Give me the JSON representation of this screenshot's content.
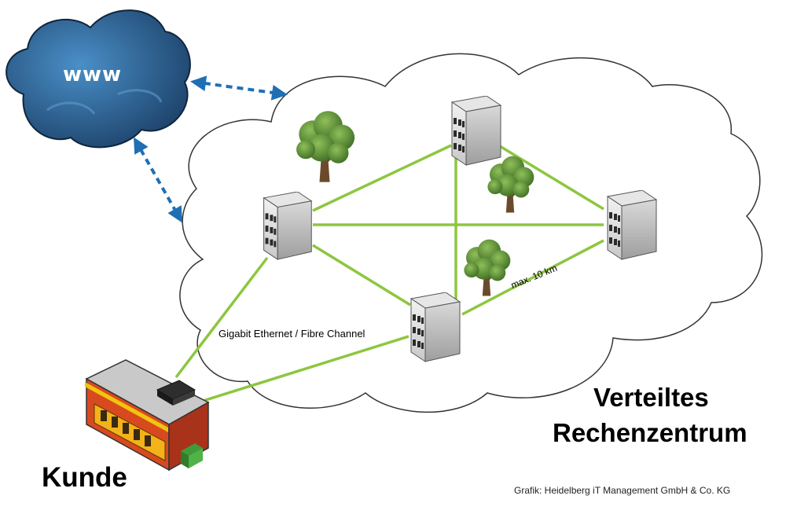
{
  "labels": {
    "www": "www",
    "link_type": "Gigabit Ethernet / Fibre Channel",
    "distance": "max. 10 km",
    "title_line1": "Verteiltes",
    "title_line2": "Rechenzentrum",
    "customer": "Kunde",
    "credit": "Grafik: Heidelberg iT Management GmbH & Co. KG"
  },
  "colors": {
    "link": "#8dc63f",
    "arrow": "#1f6fb5",
    "internet_cloud": "#2f6fa6",
    "datacenter_cloud_stroke": "#333333"
  },
  "nodes": [
    "datacenter-1",
    "datacenter-2",
    "datacenter-3",
    "datacenter-4"
  ]
}
